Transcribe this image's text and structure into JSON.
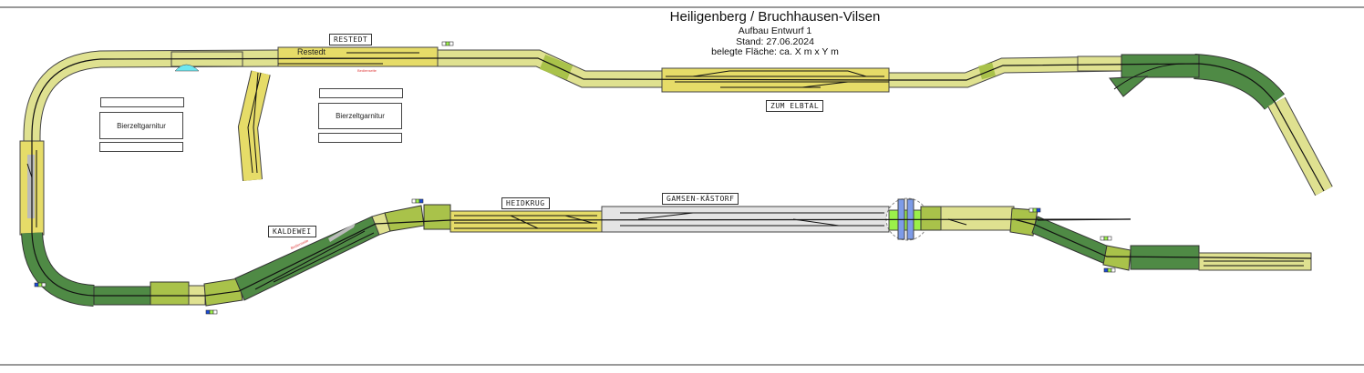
{
  "header": {
    "title": "Heiligenberg / Bruchhausen-Vilsen",
    "subtitle": "Aufbau Entwurf 1",
    "date": "Stand: 27.06.2024",
    "area": "belegte Fläche: ca. X m x Y m"
  },
  "stations": {
    "restedt_box": "RESTEDT",
    "restedt_module": "Restedt",
    "zum_elbtal": "ZUM ELBTAL",
    "heidkrug": "HEIDKRUG",
    "gamsen": "GAMSEN-KÄSTORF",
    "kaldewei": "KALDEWEI"
  },
  "furniture": {
    "bench_set_1": "Bierzeltgarnitur",
    "bench_set_2": "Bierzeltgarnitur"
  },
  "notes": {
    "operating_side": "Bedienseite"
  },
  "colors": {
    "light": "#dfe190",
    "yellow": "#e6dc68",
    "olive": "#a9c24a",
    "dark_green": "#4f8a45",
    "grey": "#e4e4e4",
    "turntable_blue": "#7d9be8",
    "bright_green": "#9bf04a"
  }
}
